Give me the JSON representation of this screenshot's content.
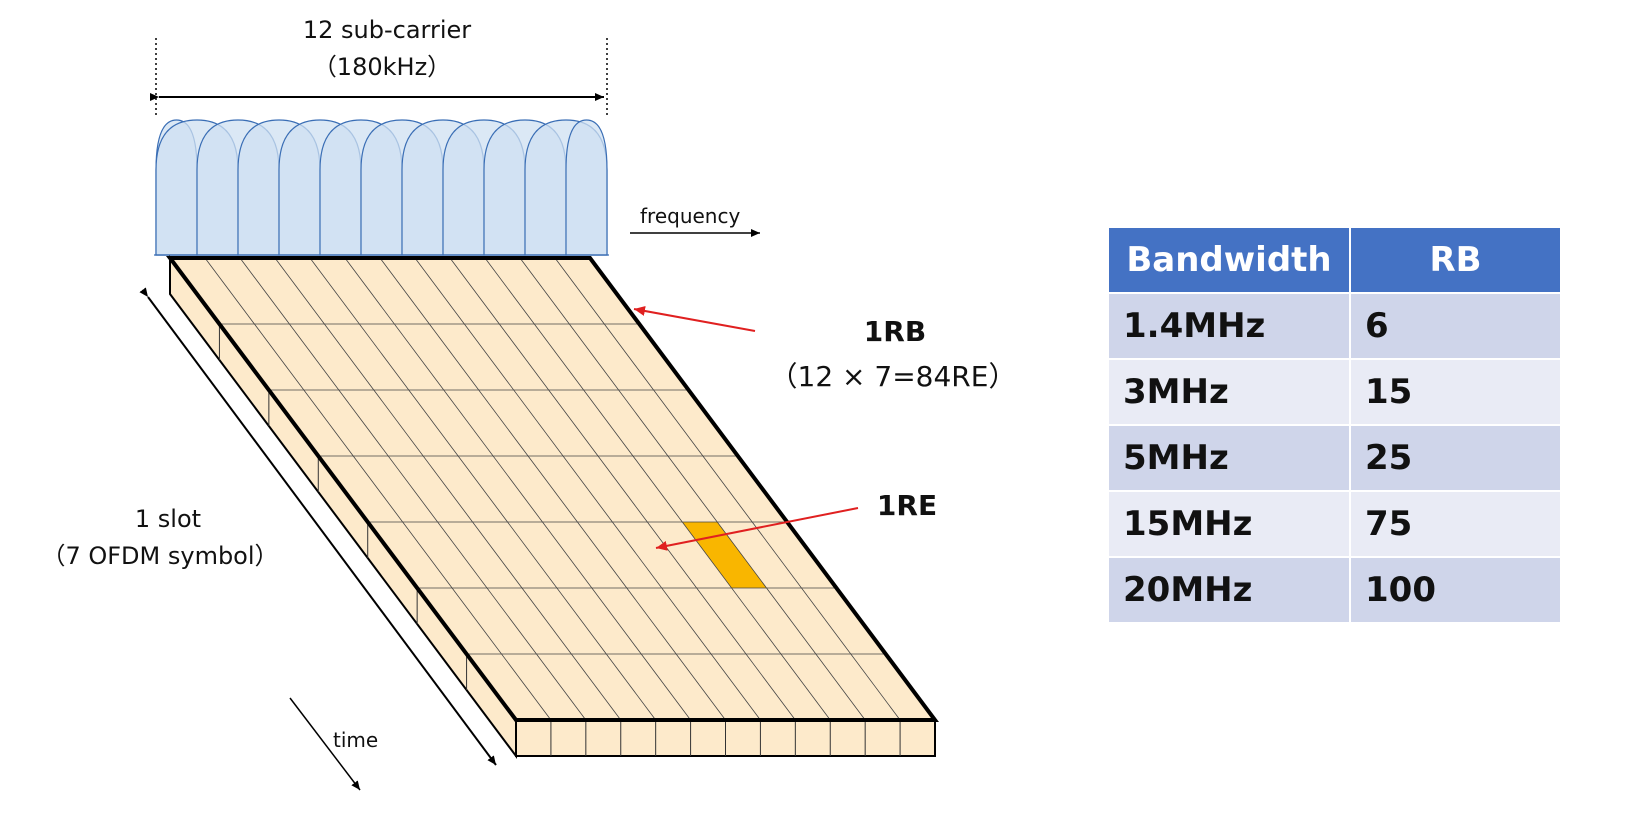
{
  "diagram": {
    "subcarrier_label": "12 sub-carrier",
    "subcarrier_bw_label": "（180kHz）",
    "frequency_label": "frequency",
    "time_label": "time",
    "slot_label": "1 slot",
    "slot_symbols_label": "（7 OFDM symbol）",
    "rb_label": "1RB",
    "rb_detail_label": "（12 × 7=84RE）",
    "re_label": "1RE",
    "subcarrier_count": 12,
    "symbol_count": 7,
    "highlighted_re": {
      "subcarrier": 9,
      "symbol": 4
    },
    "colors": {
      "grid_fill": "#fdeacb",
      "re_highlight": "#f9b600",
      "wave_fill": "#cfe0f2",
      "wave_stroke": "#3a6eb5",
      "pointer_arrow": "#e02020",
      "outline": "#000000"
    }
  },
  "table": {
    "headers": [
      "Bandwidth",
      "RB"
    ],
    "rows": [
      {
        "bandwidth": "1.4MHz",
        "rb": "6"
      },
      {
        "bandwidth": "3MHz",
        "rb": "15"
      },
      {
        "bandwidth": "5MHz",
        "rb": "25"
      },
      {
        "bandwidth": "15MHz",
        "rb": "75"
      },
      {
        "bandwidth": "20MHz",
        "rb": "100"
      }
    ],
    "colors": {
      "header": "#4472c4",
      "row_odd": "#cfd5ea",
      "row_even": "#e9ebf5"
    }
  }
}
